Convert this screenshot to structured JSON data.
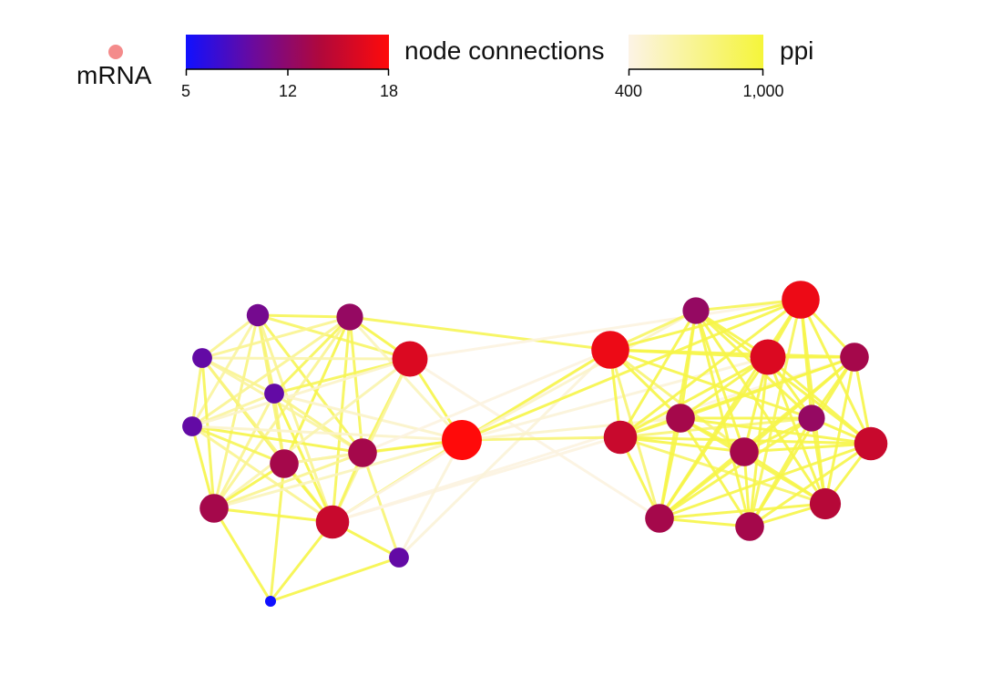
{
  "legend": {
    "mrna_label": "mRNA",
    "mrna_color": "#f48b8b",
    "node_connections": {
      "title": "node connections",
      "min": 5,
      "max": 18,
      "ticks": [
        "5",
        "12",
        "18"
      ],
      "colors": [
        "#1010ff",
        "#6a0a9e",
        "#b0083c",
        "#ff0a0a"
      ]
    },
    "ppi": {
      "title": "ppi",
      "min": 400,
      "max": 1000,
      "ticks": [
        "400",
        "1,000"
      ],
      "colors": [
        "#fcf3e6",
        "#f5f53a"
      ]
    }
  },
  "network": {
    "nodes": [
      {
        "id": "n1",
        "degree": 10
      },
      {
        "id": "n2",
        "degree": 12
      },
      {
        "id": "n3",
        "degree": 9
      },
      {
        "id": "n4",
        "degree": 9
      },
      {
        "id": "n5",
        "degree": 9
      },
      {
        "id": "n6",
        "degree": 16
      },
      {
        "id": "n7",
        "degree": 13
      },
      {
        "id": "n8",
        "degree": 13
      },
      {
        "id": "n9",
        "degree": 13
      },
      {
        "id": "n10",
        "degree": 15
      },
      {
        "id": "n11",
        "degree": 9
      },
      {
        "id": "n12",
        "degree": 5
      },
      {
        "id": "n13",
        "degree": 18
      },
      {
        "id": "n14",
        "degree": 17
      },
      {
        "id": "n15",
        "degree": 15
      },
      {
        "id": "n16",
        "degree": 12
      },
      {
        "id": "n17",
        "degree": 13
      },
      {
        "id": "n18",
        "degree": 13
      },
      {
        "id": "n19",
        "degree": 17
      },
      {
        "id": "n20",
        "degree": 16
      },
      {
        "id": "n21",
        "degree": 13
      },
      {
        "id": "n22",
        "degree": 12
      },
      {
        "id": "n23",
        "degree": 13
      },
      {
        "id": "n24",
        "degree": 15
      },
      {
        "id": "n25",
        "degree": 14
      },
      {
        "id": "n26",
        "degree": 13
      }
    ],
    "edges": [
      [
        "n1",
        "n2",
        900
      ],
      [
        "n1",
        "n3",
        700
      ],
      [
        "n1",
        "n4",
        800
      ],
      [
        "n1",
        "n5",
        650
      ],
      [
        "n1",
        "n7",
        800
      ],
      [
        "n1",
        "n8",
        900
      ],
      [
        "n1",
        "n9",
        750
      ],
      [
        "n1",
        "n6",
        850
      ],
      [
        "n1",
        "n10",
        700
      ],
      [
        "n2",
        "n3",
        700
      ],
      [
        "n2",
        "n4",
        900
      ],
      [
        "n2",
        "n5",
        700
      ],
      [
        "n2",
        "n6",
        950
      ],
      [
        "n2",
        "n7",
        950
      ],
      [
        "n2",
        "n8",
        900
      ],
      [
        "n2",
        "n9",
        700
      ],
      [
        "n2",
        "n10",
        900
      ],
      [
        "n2",
        "n13",
        550
      ],
      [
        "n2",
        "n14",
        900
      ],
      [
        "n3",
        "n4",
        700
      ],
      [
        "n3",
        "n5",
        800
      ],
      [
        "n3",
        "n7",
        900
      ],
      [
        "n3",
        "n8",
        650
      ],
      [
        "n3",
        "n9",
        900
      ],
      [
        "n3",
        "n6",
        600
      ],
      [
        "n3",
        "n10",
        750
      ],
      [
        "n4",
        "n5",
        650
      ],
      [
        "n4",
        "n7",
        800
      ],
      [
        "n4",
        "n8",
        750
      ],
      [
        "n4",
        "n9",
        700
      ],
      [
        "n4",
        "n6",
        900
      ],
      [
        "n4",
        "n10",
        950
      ],
      [
        "n4",
        "n13",
        500
      ],
      [
        "n5",
        "n7",
        900
      ],
      [
        "n5",
        "n8",
        950
      ],
      [
        "n5",
        "n9",
        950
      ],
      [
        "n5",
        "n10",
        700
      ],
      [
        "n5",
        "n6",
        500
      ],
      [
        "n5",
        "n13",
        500
      ],
      [
        "n6",
        "n8",
        900
      ],
      [
        "n6",
        "n13",
        950
      ],
      [
        "n6",
        "n10",
        650
      ],
      [
        "n6",
        "n9",
        600
      ],
      [
        "n6",
        "n19",
        420
      ],
      [
        "n6",
        "n18",
        420
      ],
      [
        "n7",
        "n8",
        800
      ],
      [
        "n7",
        "n9",
        950
      ],
      [
        "n7",
        "n10",
        950
      ],
      [
        "n7",
        "n12",
        900
      ],
      [
        "n7",
        "n13",
        600
      ],
      [
        "n8",
        "n9",
        700
      ],
      [
        "n8",
        "n10",
        900
      ],
      [
        "n8",
        "n13",
        950
      ],
      [
        "n8",
        "n11",
        800
      ],
      [
        "n8",
        "n14",
        420
      ],
      [
        "n9",
        "n10",
        950
      ],
      [
        "n9",
        "n12",
        950
      ],
      [
        "n9",
        "n13",
        550
      ],
      [
        "n10",
        "n11",
        950
      ],
      [
        "n10",
        "n12",
        950
      ],
      [
        "n10",
        "n13",
        800
      ],
      [
        "n10",
        "n14",
        420
      ],
      [
        "n10",
        "n17",
        420
      ],
      [
        "n10",
        "n21",
        420
      ],
      [
        "n11",
        "n12",
        950
      ],
      [
        "n11",
        "n13",
        450
      ],
      [
        "n11",
        "n14",
        450
      ],
      [
        "n13",
        "n14",
        950
      ],
      [
        "n13",
        "n19",
        950
      ],
      [
        "n13",
        "n15",
        800
      ],
      [
        "n13",
        "n16",
        500
      ],
      [
        "n13",
        "n20",
        450
      ],
      [
        "n13",
        "n17",
        500
      ],
      [
        "n14",
        "n15",
        950
      ],
      [
        "n14",
        "n19",
        950
      ],
      [
        "n14",
        "n20",
        950
      ],
      [
        "n14",
        "n21",
        950
      ],
      [
        "n14",
        "n17",
        950
      ],
      [
        "n14",
        "n18",
        800
      ],
      [
        "n14",
        "n16",
        850
      ],
      [
        "n14",
        "n22",
        950
      ],
      [
        "n14",
        "n23",
        800
      ],
      [
        "n15",
        "n16",
        950
      ],
      [
        "n15",
        "n17",
        950
      ],
      [
        "n15",
        "n18",
        950
      ],
      [
        "n15",
        "n19",
        950
      ],
      [
        "n15",
        "n20",
        950
      ],
      [
        "n15",
        "n22",
        800
      ],
      [
        "n15",
        "n23",
        950
      ],
      [
        "n15",
        "n24",
        950
      ],
      [
        "n15",
        "n21",
        900
      ],
      [
        "n15",
        "n25",
        850
      ],
      [
        "n16",
        "n17",
        950
      ],
      [
        "n16",
        "n18",
        950
      ],
      [
        "n16",
        "n19",
        900
      ],
      [
        "n16",
        "n20",
        950
      ],
      [
        "n16",
        "n22",
        950
      ],
      [
        "n16",
        "n23",
        950
      ],
      [
        "n16",
        "n24",
        950
      ],
      [
        "n16",
        "n25",
        950
      ],
      [
        "n16",
        "n26",
        950
      ],
      [
        "n17",
        "n18",
        950
      ],
      [
        "n17",
        "n20",
        950
      ],
      [
        "n17",
        "n21",
        950
      ],
      [
        "n17",
        "n22",
        950
      ],
      [
        "n17",
        "n23",
        950
      ],
      [
        "n17",
        "n24",
        950
      ],
      [
        "n17",
        "n25",
        950
      ],
      [
        "n17",
        "n26",
        950
      ],
      [
        "n18",
        "n19",
        950
      ],
      [
        "n18",
        "n20",
        950
      ],
      [
        "n18",
        "n21",
        950
      ],
      [
        "n18",
        "n22",
        950
      ],
      [
        "n18",
        "n23",
        950
      ],
      [
        "n18",
        "n24",
        950
      ],
      [
        "n18",
        "n25",
        950
      ],
      [
        "n18",
        "n26",
        950
      ],
      [
        "n19",
        "n20",
        950
      ],
      [
        "n19",
        "n21",
        950
      ],
      [
        "n19",
        "n22",
        950
      ],
      [
        "n19",
        "n24",
        950
      ],
      [
        "n19",
        "n25",
        950
      ],
      [
        "n19",
        "n26",
        900
      ],
      [
        "n20",
        "n21",
        950
      ],
      [
        "n20",
        "n22",
        950
      ],
      [
        "n20",
        "n23",
        950
      ],
      [
        "n20",
        "n24",
        950
      ],
      [
        "n20",
        "n25",
        950
      ],
      [
        "n20",
        "n26",
        950
      ],
      [
        "n21",
        "n22",
        950
      ],
      [
        "n21",
        "n23",
        950
      ],
      [
        "n21",
        "n24",
        950
      ],
      [
        "n21",
        "n25",
        950
      ],
      [
        "n21",
        "n26",
        950
      ],
      [
        "n22",
        "n23",
        950
      ],
      [
        "n22",
        "n24",
        950
      ],
      [
        "n22",
        "n25",
        950
      ],
      [
        "n22",
        "n26",
        950
      ],
      [
        "n23",
        "n24",
        950
      ],
      [
        "n23",
        "n25",
        950
      ],
      [
        "n23",
        "n26",
        950
      ],
      [
        "n24",
        "n25",
        950
      ],
      [
        "n24",
        "n26",
        950
      ],
      [
        "n25",
        "n26",
        950
      ]
    ]
  }
}
